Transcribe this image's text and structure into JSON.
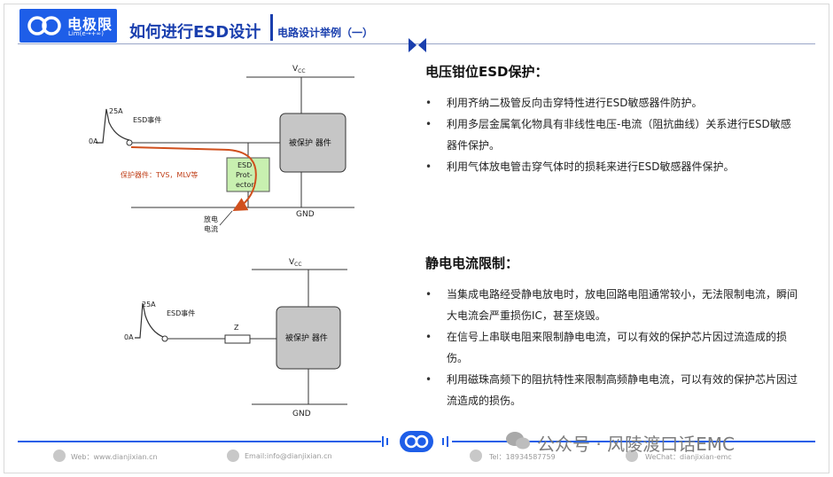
{
  "header": {
    "logo_text": "电极限",
    "logo_sub": "Lim(e→+∞)",
    "title": "如何进行ESD设计",
    "subtitle": "电路设计举例（一）"
  },
  "diagram1": {
    "vcc_main": "V",
    "vcc_sub": "CC",
    "pulse_peak": "25A",
    "pulse_base": "0A",
    "event": "ESD事件",
    "box": "被保护 器件",
    "protector": [
      "ESD",
      "Prot-",
      "ector"
    ],
    "protector_note": "保护器件：TVS，MLV等",
    "gnd": "GND",
    "discharge": [
      "放电",
      "电流"
    ]
  },
  "diagram2": {
    "vcc_main": "V",
    "vcc_sub": "CC",
    "pulse_peak": "25A",
    "pulse_base": "0A",
    "event": "ESD事件",
    "resistor": "Z",
    "box": "被保护 器件",
    "gnd": "GND"
  },
  "section1": {
    "title": "电压钳位ESD保护：",
    "items": [
      "利用齐纳二极管反向击穿特性进行ESD敏感器件防护。",
      "利用多层金属氧化物具有非线性电压-电流（阻抗曲线）关系进行ESD敏感器件保护。",
      "利用气体放电管击穿气体时的损耗来进行ESD敏感器件保护。"
    ]
  },
  "section2": {
    "title": "静电电流限制：",
    "items": [
      "当集成电路经受静电放电时，放电回路电阻通常较小，无法限制电流，瞬间大电流会严重损伤IC，甚至烧毁。",
      "在信号上串联电阻来限制静电电流，可以有效的保护芯片因过流造成的损伤。",
      "利用磁珠高频下的阻抗特性来限制高频静电电流，可以有效的保护芯片因过流造成的损伤。"
    ]
  },
  "footer": {
    "web": "Web：www.dianjixian.cn",
    "email": "Email:info@dianjixian.cn",
    "tel": "Tel：18934587759",
    "wechat": "WeChat：dianjixian-emc",
    "watermark": "公众号 · 风陵渡口话EMC"
  },
  "colors": {
    "brand": "#1e5ee8",
    "title": "#1a3fae",
    "arrow": "#d0501e",
    "protector_fill": "#c8f0b0"
  }
}
